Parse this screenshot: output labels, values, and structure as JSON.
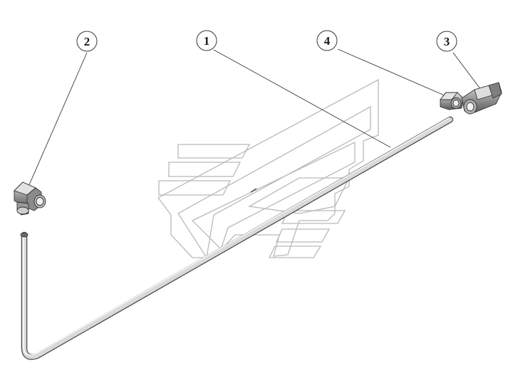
{
  "callouts": [
    {
      "id": "callout-1",
      "label": "1",
      "part": "pipe"
    },
    {
      "id": "callout-2",
      "label": "2",
      "part": "elbow-fitting"
    },
    {
      "id": "callout-3",
      "label": "3",
      "part": "straight-union-fitting"
    },
    {
      "id": "callout-4",
      "label": "4",
      "part": "elbow-fitting-small"
    }
  ],
  "colors": {
    "line": "#3a3a3a",
    "watermark": "#b9b9b9",
    "pipe_light": "#e8e8e8",
    "pipe_dark": "#7d7d7d",
    "fitting": "#8f8f8f"
  }
}
